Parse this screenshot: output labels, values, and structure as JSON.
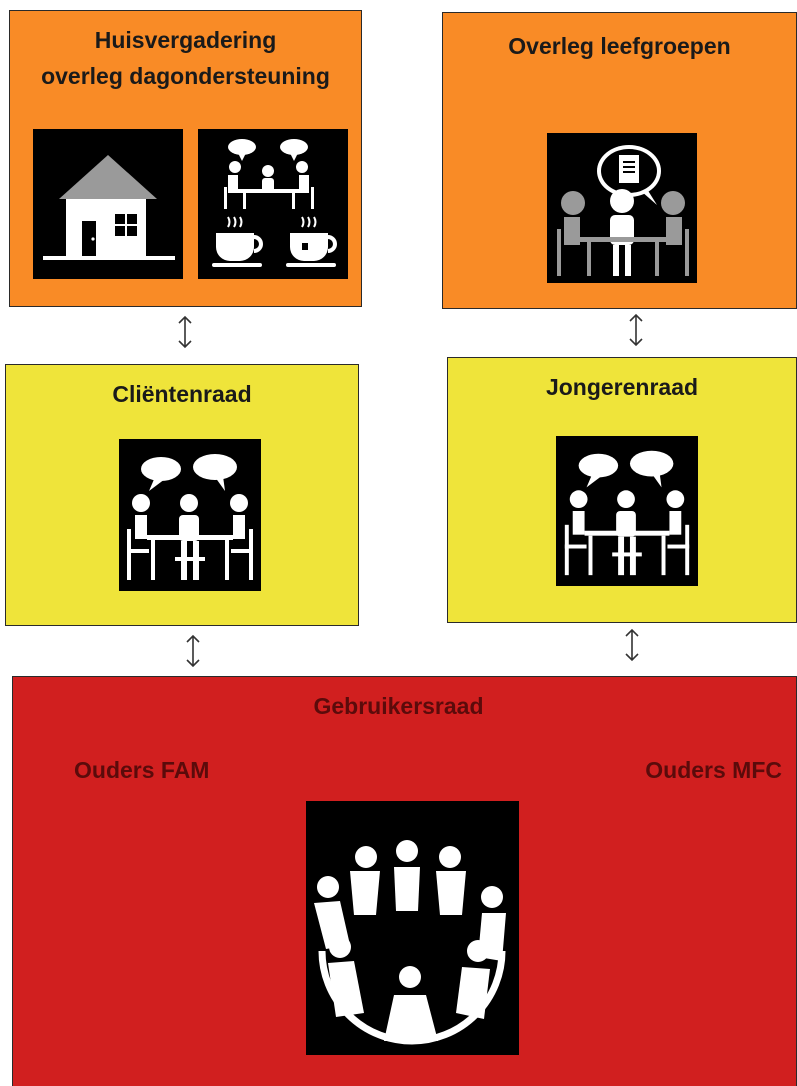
{
  "boxes": {
    "huisvergadering": {
      "title_line1": "Huisvergadering",
      "title_line2": "overleg dagondersteuning",
      "color": "#f98b26",
      "icons": [
        "house-icon",
        "coffee-meeting-icon"
      ]
    },
    "leefgroepen": {
      "title": "Overleg leefgroepen",
      "color": "#f98b26",
      "icons": [
        "meeting-document-icon"
      ]
    },
    "clientenraad": {
      "title": "Cliëntenraad",
      "color": "#efe43a",
      "icons": [
        "meeting-table-icon"
      ]
    },
    "jongerenraad": {
      "title": "Jongerenraad",
      "color": "#efe43a",
      "icons": [
        "meeting-table-icon"
      ]
    },
    "gebruikersraad": {
      "title": "Gebruikersraad",
      "left_label": "Ouders FAM",
      "right_label": "Ouders MFC",
      "color": "#d11f1f",
      "icons": [
        "circle-meeting-icon"
      ]
    }
  },
  "connectors": {
    "style": "double-headed-vertical-arrow-icon"
  }
}
